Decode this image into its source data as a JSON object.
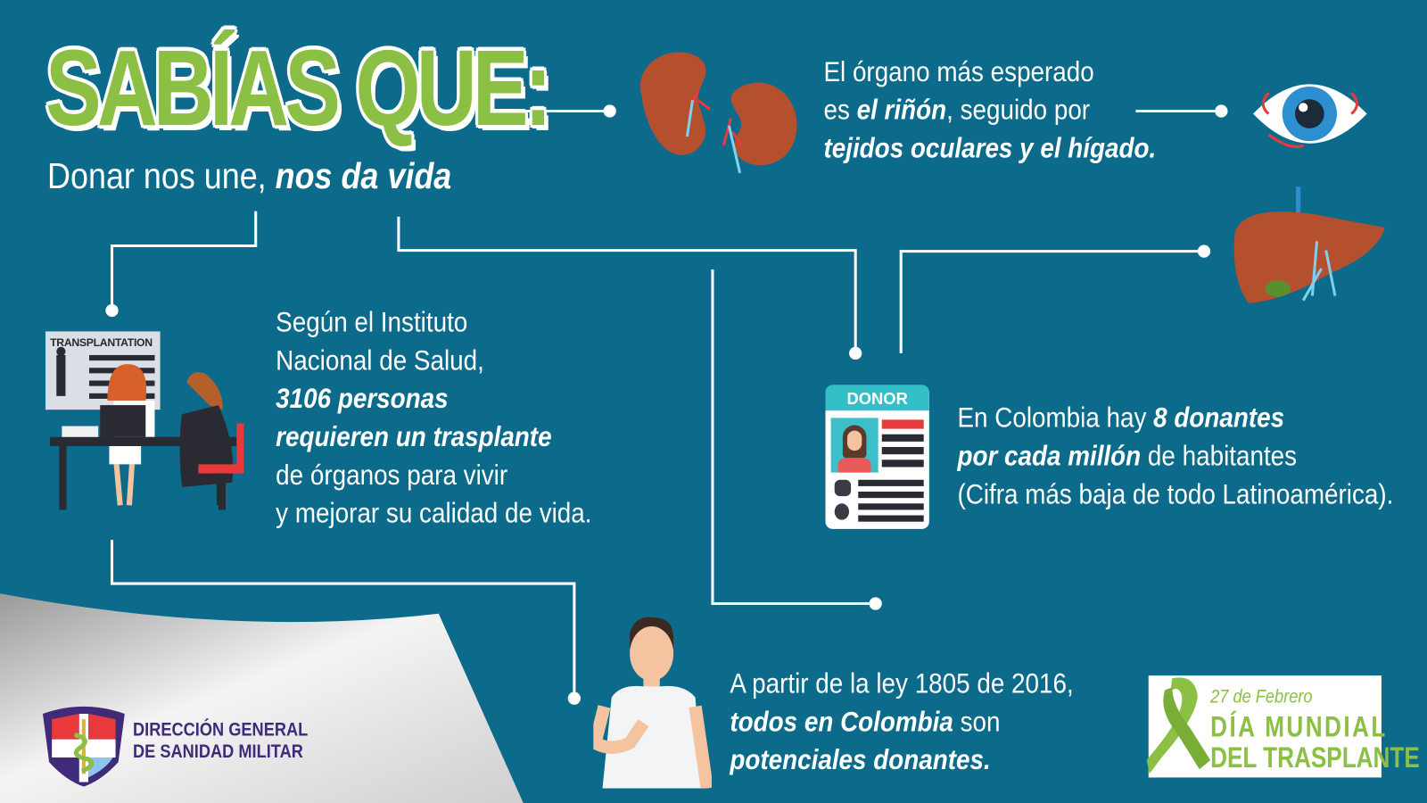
{
  "header": {
    "title": "SABÍAS QUE:",
    "subtitle_regular": "Donar nos une, ",
    "subtitle_bold": "nos da vida"
  },
  "facts": {
    "organ": {
      "line1": "El órgano más esperado",
      "line2_a": "es ",
      "line2_b": "el riñón",
      "line2_c": ", seguido por",
      "line3": "tejidos oculares y el hígado."
    },
    "ins": {
      "line1": "Según el Instituto",
      "line2": "Nacional de Salud,",
      "line3": "3106 personas",
      "line4": "requieren un trasplante",
      "line5": "de órganos para vivir",
      "line6": "y mejorar su calidad de vida."
    },
    "colombia": {
      "line1_a": "En Colombia hay ",
      "line1_b": "8 donantes",
      "line2_a": "por cada millón",
      "line2_b": " de habitantes",
      "line3": "(Cifra más baja de todo Latinoamérica)."
    },
    "law": {
      "line1": "A partir de la ley 1805 de 2016,",
      "line2_a": "todos en Colombia",
      "line2_b": " son",
      "line3": "potenciales donantes."
    }
  },
  "illustrations": {
    "board_label": "TRANSPLANTATION",
    "donor_card_label": "DONOR"
  },
  "logo": {
    "line1": "DIRECCIÓN GENERAL",
    "line2": "DE SANIDAD MILITAR"
  },
  "badge": {
    "date": "27 de Febrero",
    "line1": "DÍA MUNDIAL",
    "line2": "DEL TRASPLANTE"
  },
  "colors": {
    "background": "#0c6a8b",
    "accent_green": "#8bc045",
    "organ_brown": "#b5502f",
    "org_purple": "#3f2b7a"
  }
}
